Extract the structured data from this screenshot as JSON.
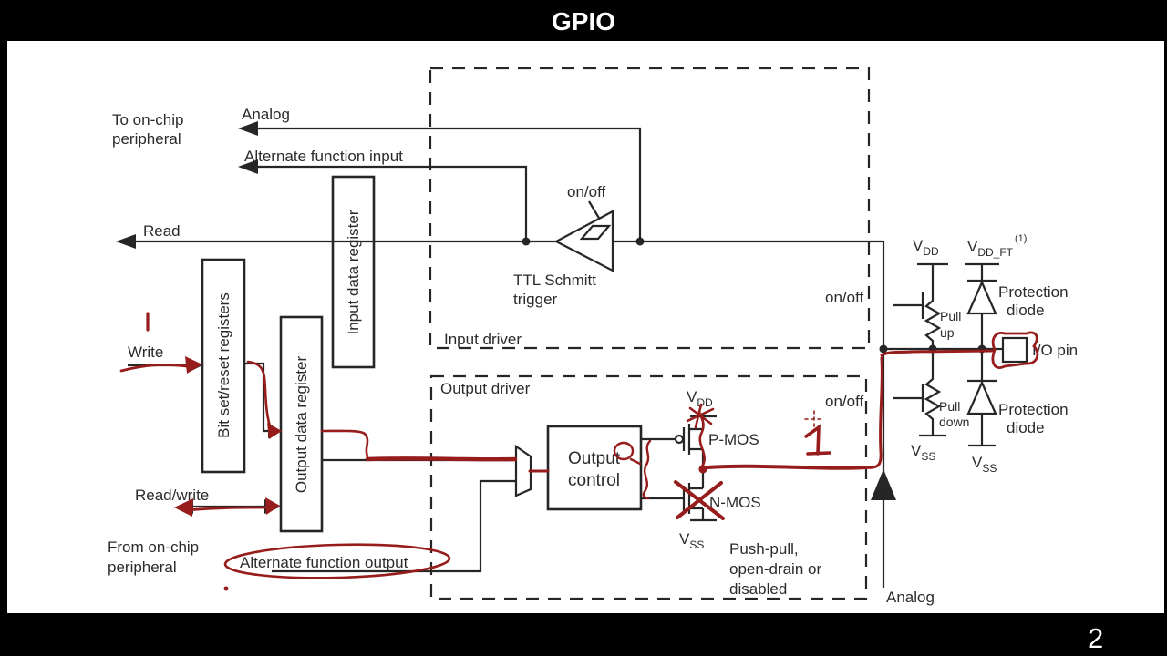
{
  "header": {
    "title": "GPIO"
  },
  "footer": {
    "page_number": "2"
  },
  "colors": {
    "annotation": "#971c1c",
    "line": "#262626",
    "bar": "#000000",
    "canvas": "#ffffff"
  },
  "diagram": {
    "signals": {
      "to_on_chip_1": "To on-chip",
      "to_on_chip_2": "peripheral",
      "analog_in": "Analog",
      "alt_func_input": "Alternate function input",
      "read": "Read",
      "write": "Write",
      "read_write": "Read/write",
      "from_on_chip_1": "From on-chip",
      "from_on_chip_2": "peripheral",
      "alt_func_output": "Alternate function output",
      "analog_out": "Analog"
    },
    "registers": {
      "bit_set_reset": "Bit set/reset registers",
      "output_data": "Output data register",
      "input_data": "Input data register"
    },
    "input_driver": {
      "label": "Input driver",
      "on_off": "on/off",
      "schmitt_1": "TTL Schmitt",
      "schmitt_2": "trigger"
    },
    "output_driver": {
      "label": "Output driver",
      "control_1": "Output",
      "control_2": "control",
      "pmos": "P-MOS",
      "nmos": "N-MOS",
      "mode_1": "Push-pull,",
      "mode_2": "open-drain or",
      "mode_3": "disabled"
    },
    "pin_circuit": {
      "pull_up_on_off": "on/off",
      "pull_down_on_off": "on/off",
      "v": "V",
      "dd": "DD",
      "ss": "SS",
      "dd_ft": "DD_FT",
      "note": "(1)",
      "pull_up_1": "Pull",
      "pull_up_2": "up",
      "pull_down_1": "Pull",
      "pull_down_2": "down",
      "protection_1": "Protection",
      "protection_2": "diode",
      "io_pin": "I/O pin"
    },
    "annotations": {
      "digit_one": "1"
    }
  }
}
